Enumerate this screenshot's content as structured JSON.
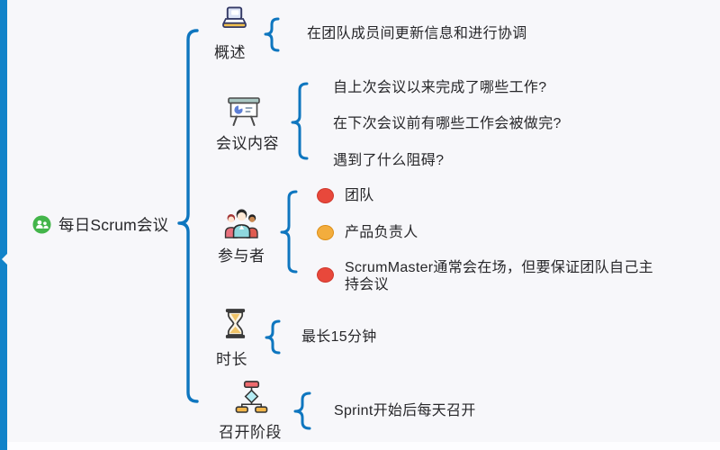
{
  "canvas": {
    "background": "#f7f7fa",
    "bottom_strip": "#fdfdff"
  },
  "colors": {
    "left_stripe": "#1283c9",
    "brace": "#0e76bf",
    "text": "#27272a",
    "marker_red": "#e8483b",
    "marker_red_border": "#cf382d",
    "marker_orange": "#f3ad3d",
    "marker_orange_border": "#dd8f17",
    "root_icon_green": "#43b54a"
  },
  "root": {
    "label": "每日Scrum会议",
    "icon": "team-badge-icon"
  },
  "branches": [
    {
      "label": "概述",
      "icon": "laptop-icon",
      "children": [
        {
          "text": "在团队成员间更新信息和进行协调"
        }
      ]
    },
    {
      "label": "会议内容",
      "icon": "presentation-board-icon",
      "children": [
        {
          "text": "自上次会议以来完成了哪些工作?"
        },
        {
          "text": "在下次会议前有哪些工作会被做完?"
        },
        {
          "text": "遇到了什么阻碍?"
        }
      ]
    },
    {
      "label": "参与者",
      "icon": "people-group-icon",
      "children": [
        {
          "text": "团队",
          "marker": "red"
        },
        {
          "text": "产品负责人",
          "marker": "orange"
        },
        {
          "text": "ScrumMaster通常会在场，但要保证团队自己主持会议",
          "marker": "red"
        }
      ]
    },
    {
      "label": "时长",
      "icon": "hourglass-icon",
      "children": [
        {
          "text": "最长15分钟"
        }
      ]
    },
    {
      "label": "召开阶段",
      "icon": "flowchart-icon",
      "children": [
        {
          "text": "Sprint开始后每天召开"
        }
      ]
    }
  ]
}
